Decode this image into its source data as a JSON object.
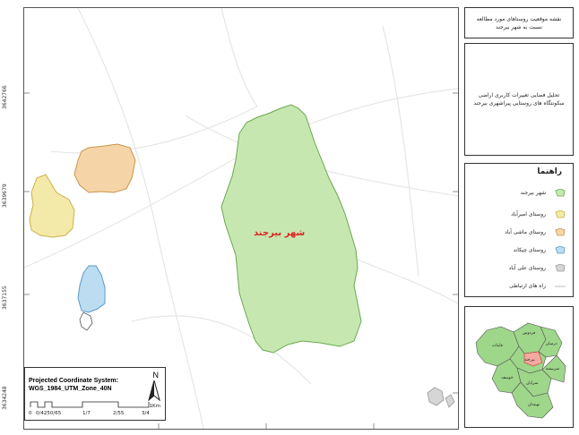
{
  "map": {
    "title": "نقشه موقعیت روستاهای مورد مطالعه نسبت به شهر بیرجند",
    "subtitle": "تحلیل فضایی تغییرات کاربری اراضی سکونتگاه های روستایی پیراشهری بیرجند",
    "city_label": "شهر بیرجند",
    "y_ticks": [
      "3642766",
      "3639679",
      "3637155",
      "3634248"
    ]
  },
  "legend": {
    "title": "راهنما",
    "items": [
      {
        "label": "شهر بیرجند",
        "color": "#c6e8b0",
        "border": "#6aa84f"
      },
      {
        "label": "روستای امیرآباد",
        "color": "#f3e9a8",
        "border": "#c9b24a"
      },
      {
        "label": "روستای ماشی آباد",
        "color": "#f5d5a8",
        "border": "#c9944a"
      },
      {
        "label": "روستای چیکاند",
        "color": "#bcdcf2",
        "border": "#5a9ac9"
      },
      {
        "label": "روستای علی آباد",
        "color": "#d6d6d6",
        "border": "#999999"
      },
      {
        "label": "راه های ارتباطی",
        "color": "#e0e0e0",
        "border": "#bbbbbb"
      }
    ]
  },
  "scale": {
    "system_label": "Projected Coordinate System:",
    "system_value": "WGS_1984_UTM_Zone_40N",
    "north_label": "N",
    "unit_label": "1Km",
    "ticks": [
      "0",
      "0/4250/65",
      "1/7",
      "2/55",
      "3/4"
    ]
  },
  "inset": {
    "districts": [
      "قاینات",
      "درمیان",
      "بیرجند",
      "سربیشه",
      "نهبندان",
      "خوسف",
      "فردوس",
      "سرایان"
    ]
  },
  "colors": {
    "city": "#c6e8b0",
    "amirabad": "#f3e9a8",
    "mashiabad": "#f5d5a8",
    "chikand": "#bcdcf2",
    "aliabad": "#d6d6d6",
    "inset_fill": "#9ed68a",
    "inset_highlight": "#f3a9a0"
  }
}
